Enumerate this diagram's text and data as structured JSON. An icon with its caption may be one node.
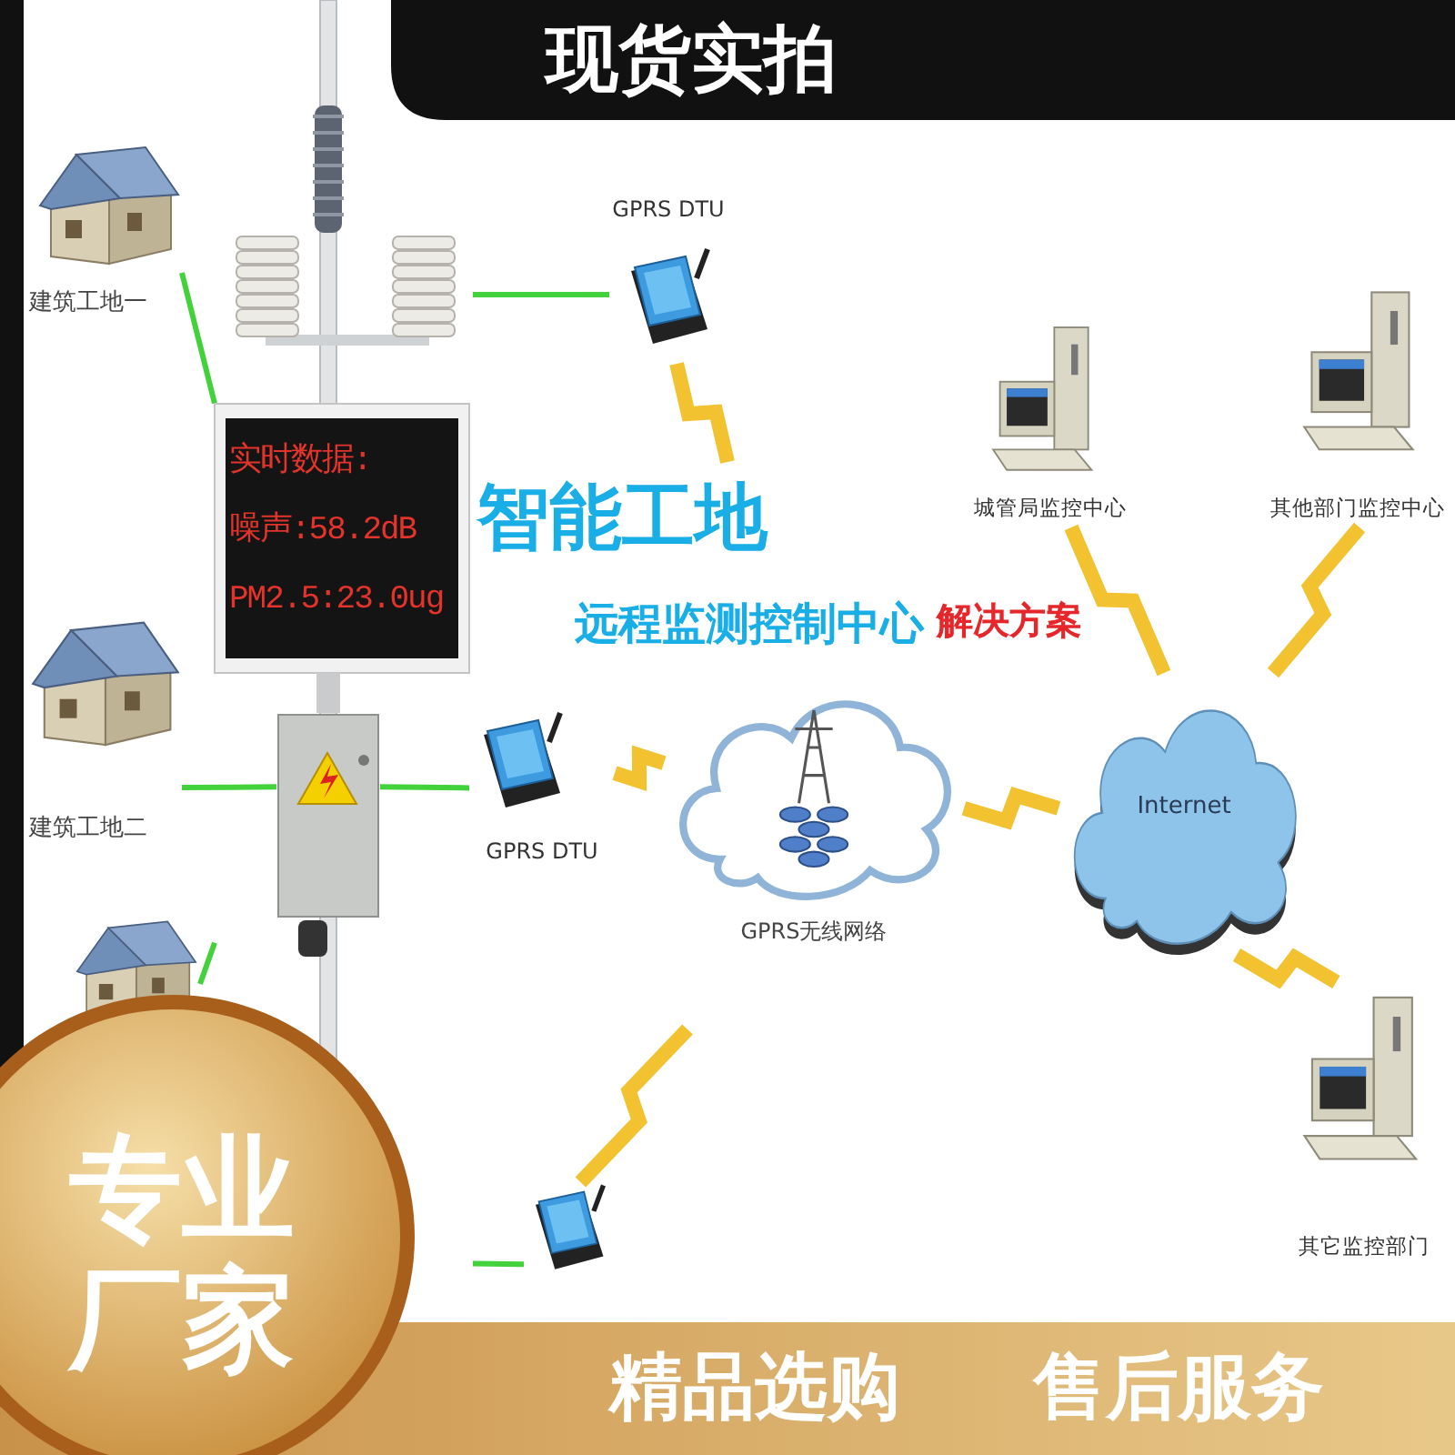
{
  "diagram": {
    "nodes": [
      {
        "text": [
          "建筑工地一"
        ]
      },
      {
        "text": [
          "建筑工地二"
        ]
      },
      {
        "text": [],
        "shape": "picture"
      },
      {
        "text": [
          "实时数据:",
          "噪声:58.2dB",
          "PM2.5:23.0ug"
        ]
      },
      {
        "text": [],
        "shape": "picture",
        "in": 3
      },
      {
        "text": [
          "GPRS DTU"
        ]
      },
      {
        "text": [
          "GPRS DTU"
        ]
      },
      {
        "text": [],
        "shape": "picture"
      },
      {
        "text": [
          "GPRS无线网络"
        ]
      },
      {
        "text": [
          "Internet"
        ]
      },
      {
        "text": [
          "城管局监控中心"
        ]
      },
      {
        "text": [
          "其他部门监控中心"
        ]
      },
      {
        "text": [
          "其它监控部门"
        ]
      }
    ],
    "edges": [
      {
        "from": 0,
        "to": 3,
        "arrow": "none",
        "color": "#44d23c"
      },
      {
        "from": 1,
        "to": 4,
        "arrow": "none",
        "color": "#44d23c"
      },
      {
        "from": 2,
        "to": 3,
        "arrow": "none",
        "color": "#44d23c"
      },
      {
        "from": 3,
        "to": 5,
        "arrow": "none",
        "color": "#44d23c"
      },
      {
        "from": 4,
        "to": 6,
        "arrow": "none",
        "color": "#44d23c"
      },
      {
        "from": 3,
        "to": 7,
        "arrow": "none",
        "color": "#44d23c"
      },
      {
        "from": 5,
        "to": null,
        "arrow": "none"
      },
      {
        "from": 6,
        "to": 8,
        "arrow": "none"
      },
      {
        "from": 7,
        "to": null,
        "arrow": "none"
      },
      {
        "from": 8,
        "to": 9,
        "arrow": "none"
      },
      {
        "from": 9,
        "to": 10,
        "arrow": "none"
      },
      {
        "from": 9,
        "to": 11,
        "arrow": "none"
      },
      {
        "from": 9,
        "to": 12,
        "arrow": "none"
      }
    ],
    "labels": [
      "现货实拍",
      "智能工地",
      "远程监测控制中心",
      "解决方案",
      "专业",
      "厂家",
      "精品选购",
      "售后服务"
    ]
  }
}
